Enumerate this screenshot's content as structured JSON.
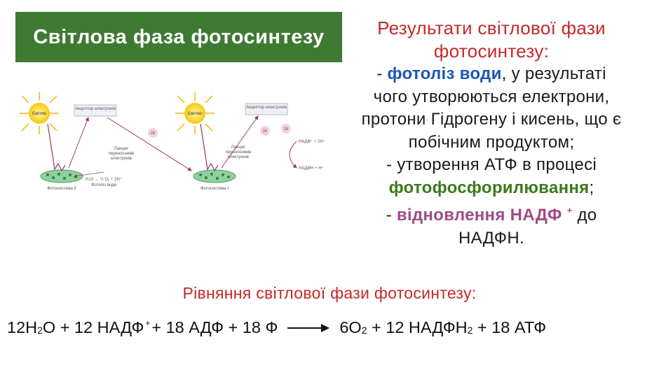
{
  "title": "Світлова фаза фотосинтезу",
  "results": {
    "heading_line1": "Результати світлової фази",
    "heading_line2": "фотосинтезу:",
    "item1_dash": "- ",
    "item1_highlight": "фотоліз води",
    "item1_rest_line1": ", у результаті",
    "item1_line2": "чого утворюються електрони,",
    "item1_line3": "протони Гідрогену і кисень, що є",
    "item1_line4": "побічним продуктом;",
    "item2_line1": "- утворення АТФ в процесі",
    "item2_highlight": "фотофосфорилювання",
    "item2_end": ";",
    "item3_dash": "- ",
    "item3_highlight": "відновлення НАДФ",
    "item3_sup": "+",
    "item3_rest": " до",
    "item3_line2": "НАДФН."
  },
  "equation": {
    "title": "Рівняння світлової фази фотосинтезу:",
    "p1": "12H",
    "p1_sub": "2",
    "p2": "O + 12 НАДФ",
    "p2_sup": "+",
    "p3": "+ 18 АДФ + 18 Ф",
    "p4": "6O",
    "p4_sub": "2",
    "p5": " + 12 НАДФH",
    "p5_sub": "2",
    "p6": " + 18 АТФ"
  },
  "diagram": {
    "light1": "Світло",
    "light2": "Світло",
    "acceptor1": "Акцептор електронів",
    "acceptor2": "Акцептор електронів",
    "chain1_l1": "Ланцюг",
    "chain1_l2": "переносників",
    "chain1_l3": "електронів",
    "chain2_l1": "Ланцюг",
    "chain2_l2": "переносників",
    "chain2_l3": "електронів",
    "e1": "2ē",
    "e2": "2ē",
    "water": "H₂O → ½ O₂ + 2H⁺",
    "photolysis": "Фотоліз води",
    "ps2": "Фотосистема II",
    "ps1": "Фотосистема I",
    "nadp": "НАДФ⁺ + 2H⁺",
    "nadph": "НАДФН + H⁺"
  }
}
